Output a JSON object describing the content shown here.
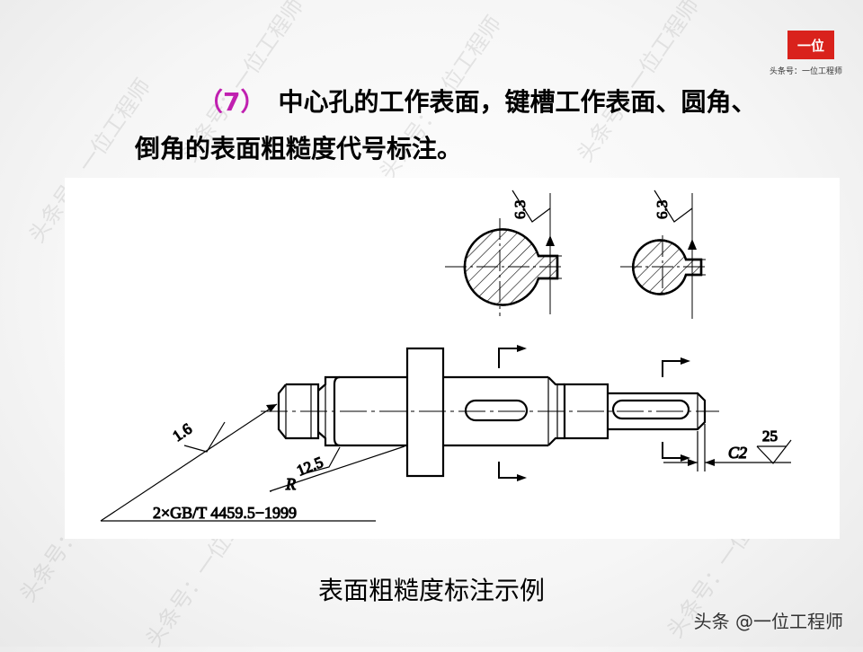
{
  "watermark": {
    "text": "头条号：一位工程师"
  },
  "logo": {
    "text": "一位",
    "subtitle": "头条号：一位工程师"
  },
  "heading": {
    "number": "（7）",
    "text": "中心孔的工作表面，键槽工作表面、圆角、倒角的表面粗糙度代号标注。"
  },
  "diagram": {
    "roughness_section_large": "6.3",
    "roughness_section_small": "6.3",
    "roughness_center_hole": "1.6",
    "roughness_fillet": "12.5",
    "fillet_symbol": "R",
    "roughness_chamfer": "25",
    "chamfer_label": "C2",
    "standard_note": "2×GB/T 4459.5−1999"
  },
  "caption": "表面粗糙度标注示例",
  "credit": "头条 @一位工程师"
}
